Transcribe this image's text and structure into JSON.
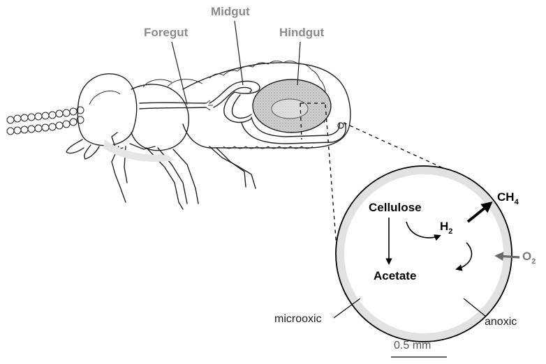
{
  "labels": {
    "foregut": "Foregut",
    "midgut": "Midgut",
    "hindgut": "Hindgut",
    "cellulose": "Cellulose",
    "acetate": "Acetate",
    "h2_main": "H",
    "h2_sub": "2",
    "ch4_main": "CH",
    "ch4_sub": "4",
    "o2_main": "O",
    "o2_sub": "2",
    "microoxic": "microoxic",
    "anoxic": "anoxic",
    "scale": "0.5 mm"
  },
  "colors": {
    "gut_label": "#8a8a8a",
    "microoxic_ring": "#e2e2e2",
    "hindgut_fill": "#c9c9c9",
    "o2_arrow": "#6a6a6a"
  }
}
